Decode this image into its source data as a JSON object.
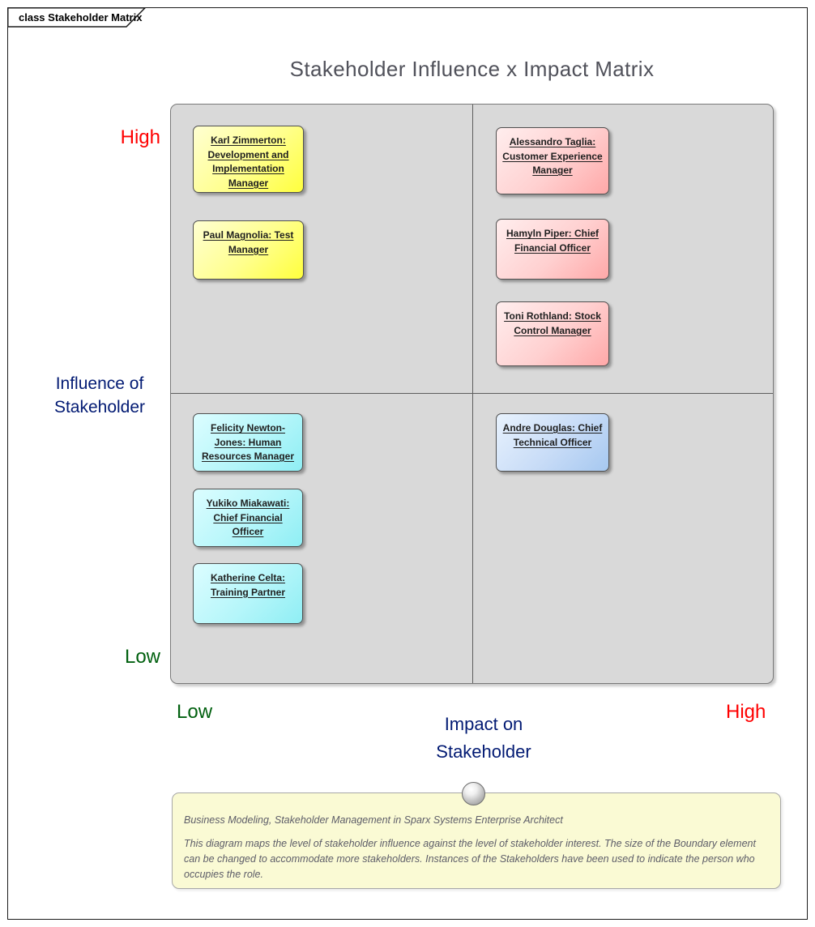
{
  "frame": {
    "tab_label": "class Stakeholder Matrix"
  },
  "title": "Stakeholder Influence x Impact Matrix",
  "axes": {
    "y_axis": {
      "title_line1": "Influence of",
      "title_line2": "Stakeholder",
      "high": "High",
      "low": "Low"
    },
    "x_axis": {
      "title_line1": "Impact on",
      "title_line2": "Stakeholder",
      "high": "High",
      "low": "Low"
    }
  },
  "colors": {
    "high_label": "#ff0000",
    "low_label": "#01600f",
    "axis_title": "#021a73",
    "diagram_title": "#50515a",
    "matrix_fill": "#d9d9d9",
    "note_yellow": "#ffff3d",
    "note_pink": "#ffa8a8",
    "note_cyan": "#8feef4",
    "note_blue": "#a6c8f0",
    "boundary_note_fill": "#fafad4"
  },
  "stakeholders": [
    {
      "name": "Karl Zimmerton: Development and Implementation Manager",
      "quadrant": "high-influence-low-impact",
      "color": "yellow"
    },
    {
      "name": "Paul Magnolia: Test Manager",
      "quadrant": "high-influence-low-impact",
      "color": "yellow"
    },
    {
      "name": "Alessandro Taglia: Customer Experience Manager",
      "quadrant": "high-influence-high-impact",
      "color": "pink"
    },
    {
      "name": "Hamyln Piper: Chief Financial Officer",
      "quadrant": "high-influence-high-impact",
      "color": "pink"
    },
    {
      "name": "Toni Rothland: Stock Control Manager",
      "quadrant": "high-influence-high-impact",
      "color": "pink"
    },
    {
      "name": "Felicity Newton-Jones: Human Resources Manager",
      "quadrant": "low-influence-low-impact",
      "color": "cyan"
    },
    {
      "name": "Yukiko Miakawati: Chief Financial Officer",
      "quadrant": "low-influence-low-impact",
      "color": "cyan"
    },
    {
      "name": "Katherine Celta: Training Partner",
      "quadrant": "low-influence-low-impact",
      "color": "cyan"
    },
    {
      "name": "Andre Douglas: Chief Technical Officer",
      "quadrant": "low-influence-high-impact",
      "color": "blue"
    }
  ],
  "boundary_note": {
    "source_line": "Business Modeling, Stakeholder Management in Sparx Systems Enterprise Architect",
    "body": "This diagram maps the level of stakeholder influence against the level of stakeholder interest. The size of the Boundary element can be changed to accommodate more stakeholders. Instances of the Stakeholders have been used to indicate the person who occupies the role."
  }
}
